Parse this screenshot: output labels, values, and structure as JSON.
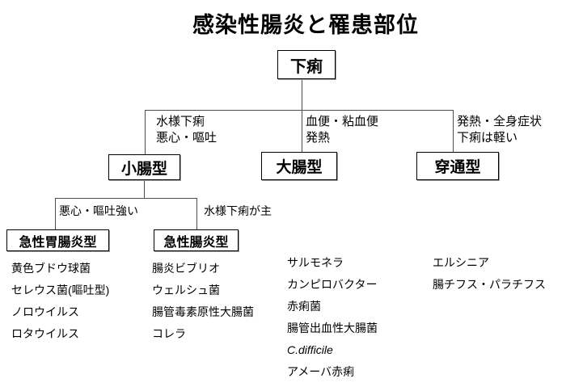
{
  "title": "感染性腸炎と罹患部位",
  "nodes": {
    "root": "下痢",
    "small_intestine": "小腸型",
    "large_intestine": "大腸型",
    "penetrating": "穿通型",
    "acute_gastroenteritis": "急性胃腸炎型",
    "acute_enteritis": "急性腸炎型"
  },
  "branch_labels": {
    "small_intestine_line1": "水様下痢",
    "small_intestine_line2": "悪心・嘔吐",
    "large_intestine_line1": "血便・粘血便",
    "large_intestine_line2": "発熱",
    "penetrating_line1": "発熱・全身症状",
    "penetrating_line2": "下痢は軽い",
    "acute_gastroenteritis": "悪心・嘔吐強い",
    "acute_enteritis": "水様下痢が主"
  },
  "pathogens": {
    "acute_gastroenteritis": [
      "黄色ブドウ球菌",
      "セレウス菌(嘔吐型)",
      "ノロウイルス",
      "ロタウイルス"
    ],
    "acute_enteritis": [
      "腸炎ビブリオ",
      "ウェルシュ菌",
      "腸管毒素原性大腸菌",
      "コレラ"
    ],
    "large_intestine": [
      "サルモネラ",
      "カンピロバクター",
      "赤痢菌",
      "腸管出血性大腸菌",
      "C.difficile",
      "アメーバ赤痢"
    ],
    "penetrating": [
      "エルシニア",
      "腸チフス・パラチフス"
    ]
  },
  "colors": {
    "background": "#ffffff",
    "text": "#000000",
    "line": "#4d4d4d",
    "box_border": "#000000",
    "box_shadow": "#9e9e9e"
  }
}
